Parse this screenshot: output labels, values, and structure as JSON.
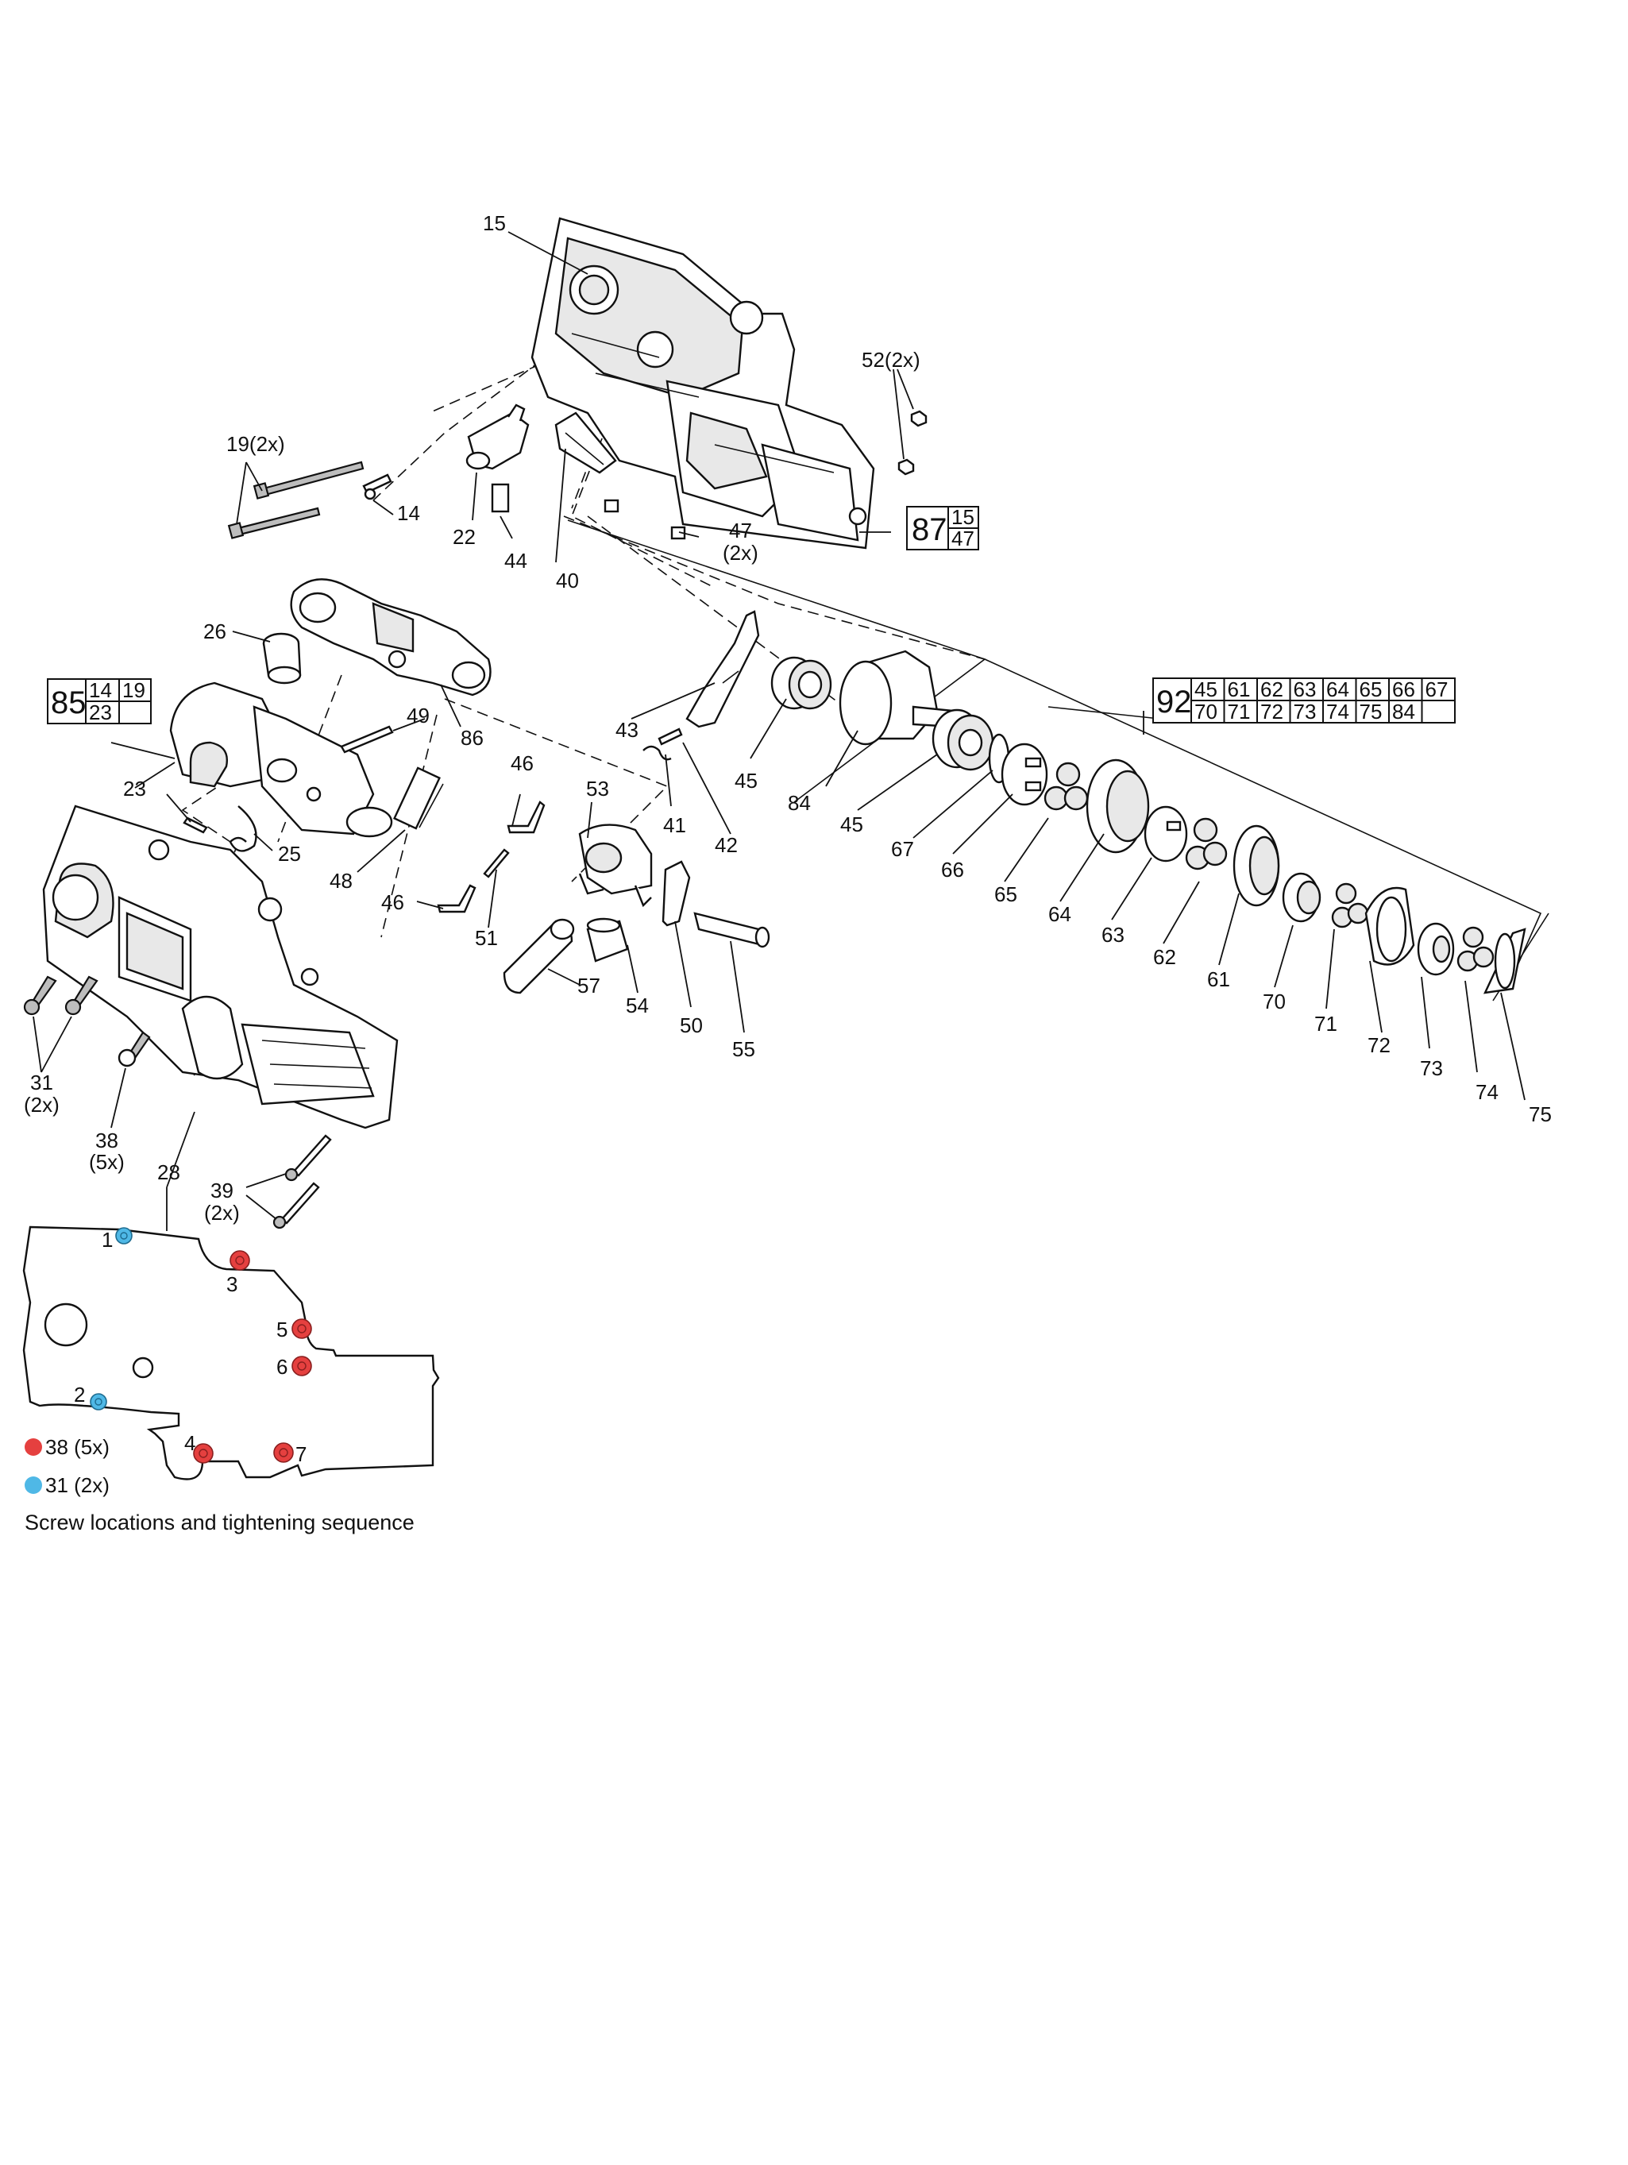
{
  "labels": {
    "l15": "15",
    "l52": "52(2x)",
    "l19": "19(2x)",
    "l14": "14",
    "l22": "22",
    "l44": "44",
    "l40": "40",
    "l47": "47",
    "l47x": "(2x)",
    "l26": "26",
    "l49": "49",
    "l86": "86",
    "l23": "23",
    "l25": "25",
    "l48": "48",
    "l46a": "46",
    "l46b": "46",
    "l51": "51",
    "l43": "43",
    "l53": "53",
    "l41": "41",
    "l42": "42",
    "l57": "57",
    "l54": "54",
    "l50": "50",
    "l55": "55",
    "l45a": "45",
    "l84": "84",
    "l45b": "45",
    "l67": "67",
    "l66": "66",
    "l65": "65",
    "l64": "64",
    "l63": "63",
    "l62": "62",
    "l61": "61",
    "l70": "70",
    "l71": "71",
    "l72": "72",
    "l73": "73",
    "l74": "74",
    "l75": "75",
    "l31": "31",
    "l31x": "(2x)",
    "l38": "38",
    "l38x": "(5x)",
    "l28": "28",
    "l39": "39",
    "l39x": "(2x)"
  },
  "kit87": {
    "id": "87",
    "parts": [
      "15",
      "47"
    ]
  },
  "kit85": {
    "id": "85",
    "row1": [
      "14",
      "19"
    ],
    "row2": [
      "23",
      ""
    ]
  },
  "kit92": {
    "id": "92",
    "row1": [
      "45",
      "61",
      "62",
      "63",
      "64",
      "65",
      "66",
      "67"
    ],
    "row2": [
      "70",
      "71",
      "72",
      "73",
      "74",
      "75",
      "84",
      ""
    ]
  },
  "sequence": {
    "steps": [
      "1",
      "2",
      "3",
      "4",
      "5",
      "6",
      "7"
    ],
    "legend_red": "38 (5x)",
    "legend_blue": "31 (2x)",
    "caption": "Screw locations and tightening sequence",
    "colors": {
      "red": "#e5403f",
      "blue": "#4fb8e6"
    }
  }
}
